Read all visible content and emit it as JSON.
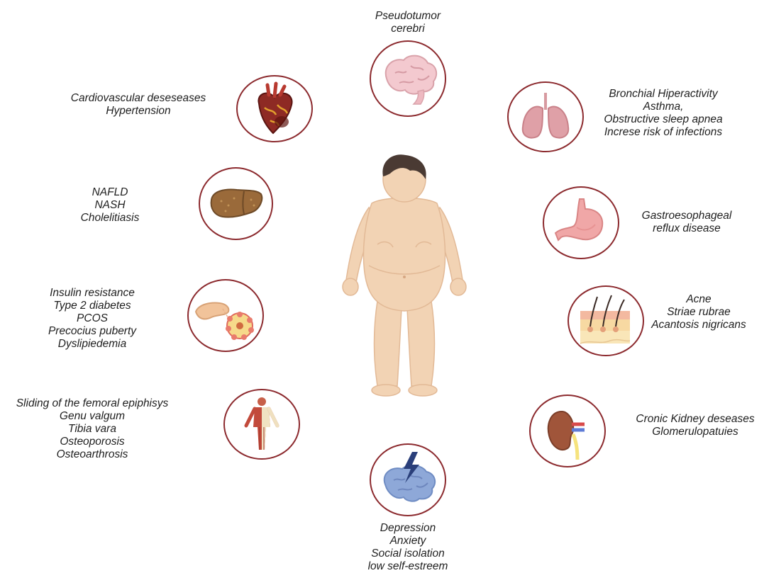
{
  "colors": {
    "ring": "#8c2a2e",
    "skin": "#f2d3b4",
    "skin_shade": "#e7bf9b",
    "hair": "#4a3a33",
    "text": "#1e1e1e"
  },
  "labels": {
    "brain": {
      "lines": [
        "Pseudotumor",
        "cerebri"
      ]
    },
    "heart": {
      "lines": [
        "Cardiovascular deseseases",
        "Hypertension"
      ]
    },
    "lungs": {
      "lines": [
        "Bronchial Hiperactivity",
        "Asthma,",
        "Obstructive sleep apnea",
        "Increse risk of infections"
      ]
    },
    "liver": {
      "lines": [
        "NAFLD",
        "NASH",
        "Cholelitiasis"
      ]
    },
    "stomach": {
      "lines": [
        "Gastroesophageal",
        "reflux disease"
      ]
    },
    "pancreas": {
      "lines": [
        "Insulin resistance",
        "Type 2 diabetes",
        "PCOS",
        "Precocius puberty",
        "Dyslipiedemia"
      ]
    },
    "skin": {
      "lines": [
        "Acne",
        "Striae rubrae",
        "Acantosis nigricans"
      ]
    },
    "skeleton": {
      "lines": [
        "Sliding of the femoral epiphisys",
        "Genu valgum",
        "Tibia vara",
        "Osteoporosis",
        "Osteoarthrosis"
      ]
    },
    "kidney": {
      "lines": [
        "Cronic Kidney deseases",
        "Glomerulopatuies"
      ]
    },
    "mental": {
      "lines": [
        "Depression",
        "Anxiety",
        "Social isolation",
        "low self-estreem"
      ]
    }
  },
  "icons": {
    "brain": "brain-icon",
    "heart": "heart-icon",
    "lungs": "lungs-icon",
    "liver": "liver-icon",
    "stomach": "stomach-icon",
    "pancreas": "pancreas-icon",
    "skin": "skin-layers-icon",
    "skeleton": "musculoskeletal-body-icon",
    "kidney": "kidney-icon",
    "mental": "stressed-brain-icon",
    "child": "obese-child-figure"
  }
}
